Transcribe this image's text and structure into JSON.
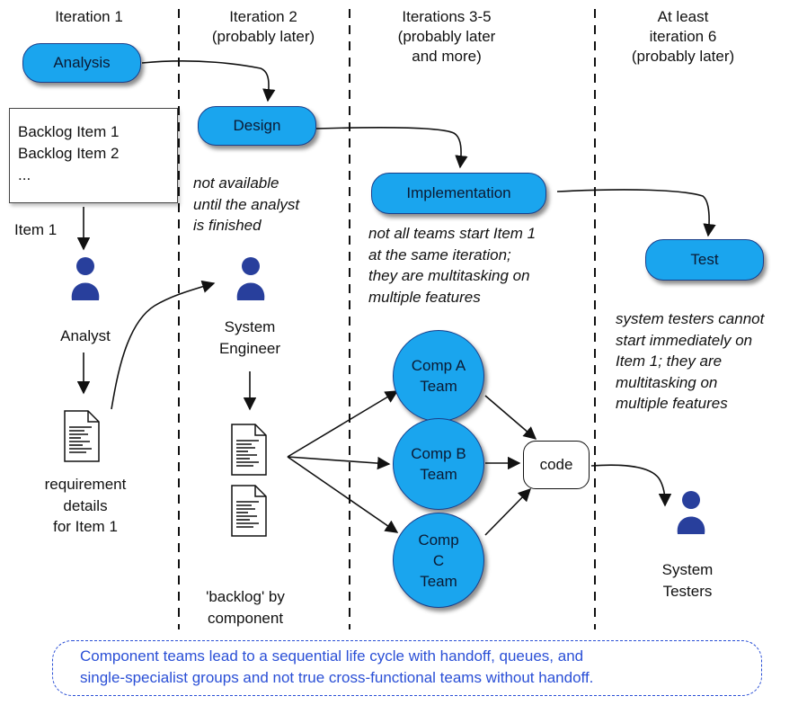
{
  "headers": {
    "iter1": "Iteration 1",
    "iter2_line1": "Iteration 2",
    "iter2_line2": "(probably later)",
    "iter3_line1": "Iterations 3-5",
    "iter3_line2": "(probably later",
    "iter3_line3": "and more)",
    "iter6_line1": "At least",
    "iter6_line2": "iteration 6",
    "iter6_line3": "(probably later)"
  },
  "phases": {
    "analysis": "Analysis",
    "design": "Design",
    "implementation": "Implementation",
    "test": "Test"
  },
  "backlog": {
    "item1": "Backlog Item 1",
    "item2": "Backlog Item 2",
    "more": "..."
  },
  "labels": {
    "item1": "Item 1",
    "analyst": "Analyst",
    "system_engineer_line1": "System",
    "system_engineer_line2": "Engineer",
    "req_line1": "requirement",
    "req_line2": "details",
    "req_line3": "for Item 1",
    "backlog_comp_line1": "'backlog' by",
    "backlog_comp_line2": "component",
    "testers_line1": "System",
    "testers_line2": "Testers",
    "code": "code"
  },
  "notes": {
    "design": [
      "not available",
      "until the analyst",
      "is finished"
    ],
    "impl": [
      "not all teams start Item 1",
      "at the same iteration;",
      "they are multitasking on",
      "multiple features"
    ],
    "test": [
      "system testers cannot",
      "start immediately on",
      "Item 1; they are",
      "multitasking on",
      "multiple features"
    ]
  },
  "teams": {
    "a": [
      "Comp A",
      "Team"
    ],
    "b": [
      "Comp B",
      "Team"
    ],
    "c": [
      "Comp",
      "C",
      "Team"
    ]
  },
  "banner": {
    "line1": "Component teams lead to a sequential life cycle with handoff, queues, and",
    "line2": "single-specialist groups and not true cross-functional teams without handoff."
  },
  "colors": {
    "node_fill": "#1aa5ee",
    "node_border": "#1a3f8a",
    "person": "#283f9c",
    "banner": "#2a4fd6"
  },
  "icons": [
    "person-icon",
    "document-icon"
  ]
}
